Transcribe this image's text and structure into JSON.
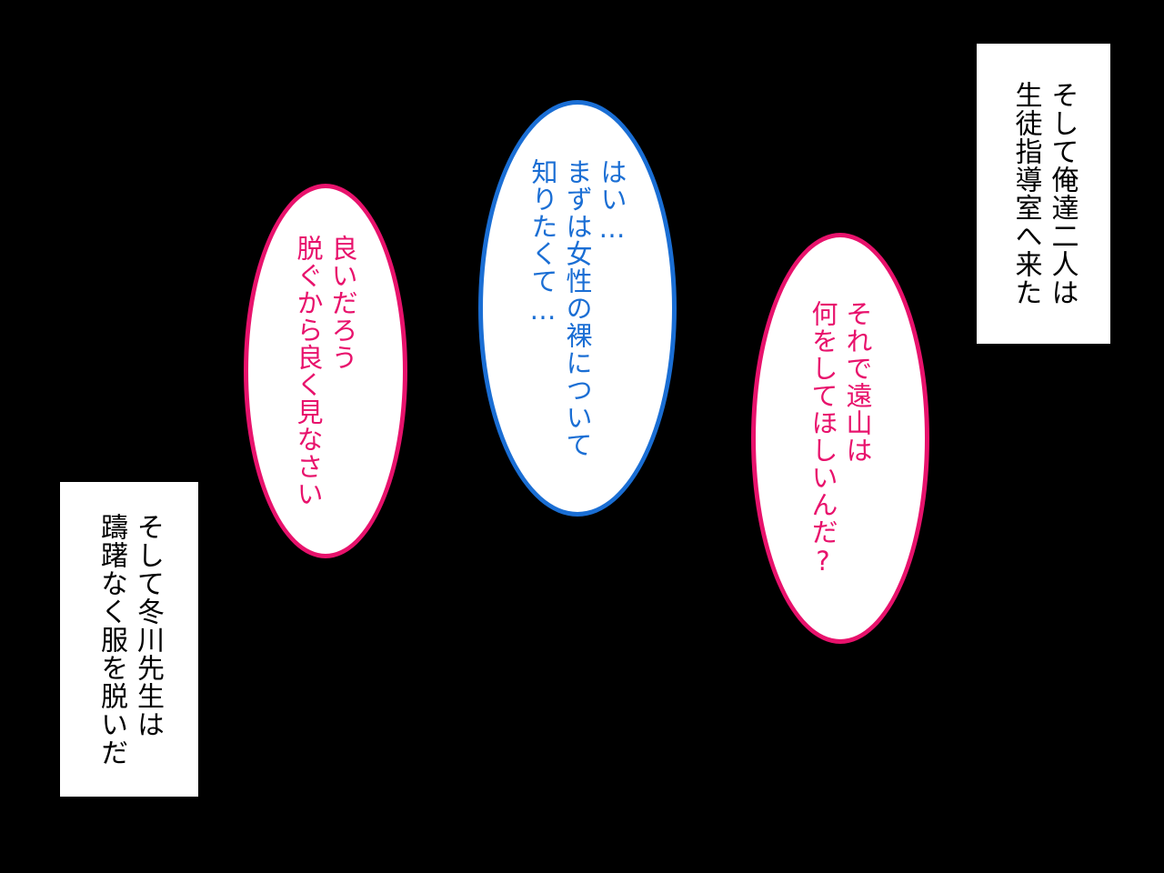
{
  "colors": {
    "background": "#000000",
    "narration_box": "#ffffff",
    "narration_text": "#000000",
    "pink_accent": "#e8126c",
    "blue_accent": "#1a6ed4"
  },
  "narration_top": {
    "lines": [
      "そして俺達二人は",
      "生徒指導室へ来た"
    ]
  },
  "narration_bottom": {
    "lines": [
      "そして冬川先生は",
      "躊躇なく服を脱いだ"
    ]
  },
  "bubble_left": {
    "lines": [
      "良いだろう",
      "脱ぐから良く見なさい"
    ]
  },
  "bubble_center": {
    "lines": [
      "はい…",
      "まずは女性の裸について",
      "知りたくて…"
    ]
  },
  "bubble_right": {
    "lines": [
      "それで遠山は",
      "何をしてほしいんだ?"
    ]
  }
}
